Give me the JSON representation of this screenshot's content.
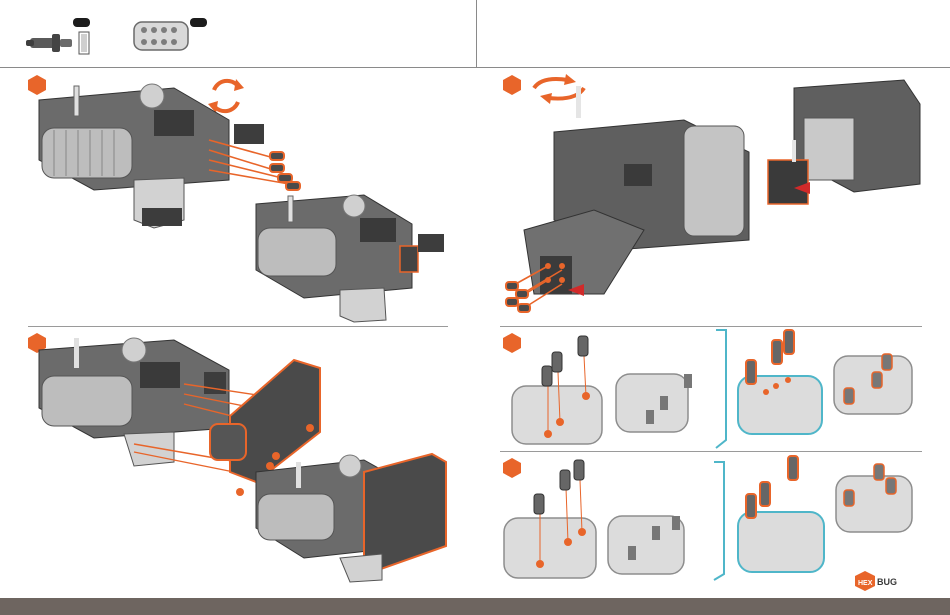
{
  "parts": [
    {
      "id": "connector-pin",
      "qty": ""
    },
    {
      "id": "flat-plate",
      "qty": ""
    }
  ],
  "steps": [
    {
      "id": "step-a",
      "number": ""
    },
    {
      "id": "step-b",
      "number": ""
    },
    {
      "id": "step-c",
      "number": ""
    },
    {
      "id": "step-d",
      "number": ""
    },
    {
      "id": "step-e",
      "number": ""
    }
  ],
  "brand": {
    "logo_prefix": "HEX",
    "logo_suffix": "BUG"
  },
  "footer": {
    "page_number": ""
  },
  "colors": {
    "accent": "#e8652a",
    "highlight": "#4fb6c9",
    "part_dark": "#4a4a4a",
    "part_light": "#d6d6d6",
    "footer": "#6e6560"
  }
}
